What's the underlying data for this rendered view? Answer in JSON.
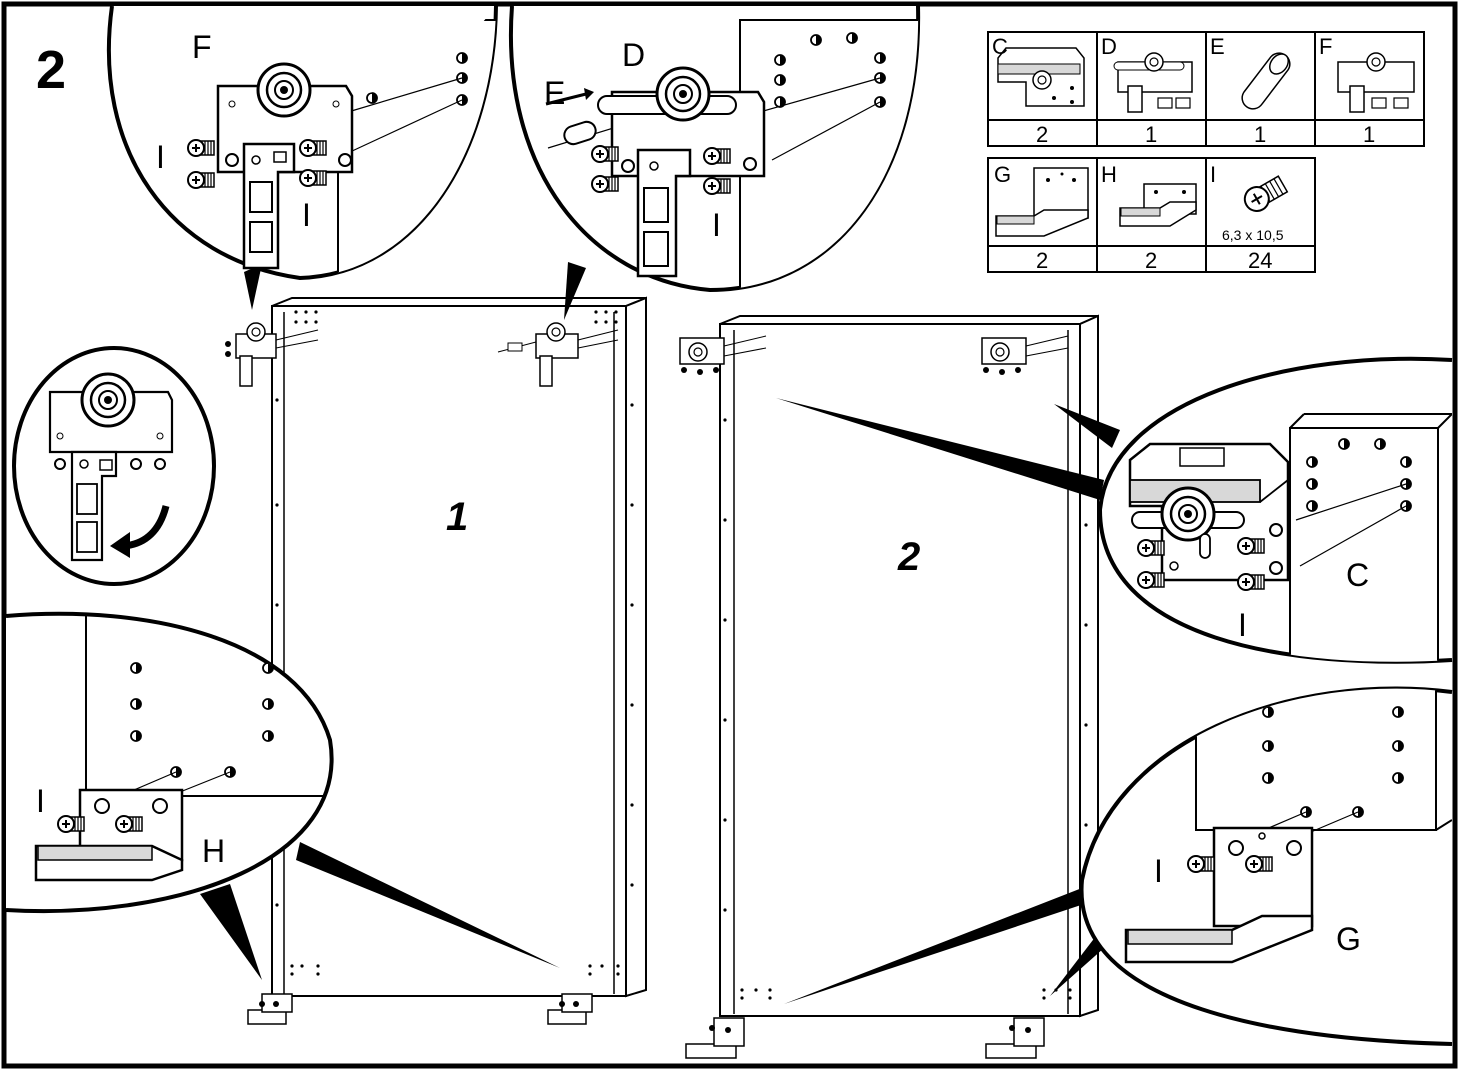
{
  "step_number": "2",
  "panels": [
    {
      "id": "panel-1",
      "label": "1"
    },
    {
      "id": "panel-2",
      "label": "2"
    }
  ],
  "parts_table": {
    "row1": [
      {
        "letter": "C",
        "qty": "2"
      },
      {
        "letter": "D",
        "qty": "1"
      },
      {
        "letter": "E",
        "qty": "1"
      },
      {
        "letter": "F",
        "qty": "1"
      }
    ],
    "row2": [
      {
        "letter": "G",
        "qty": "2"
      },
      {
        "letter": "H",
        "qty": "2"
      },
      {
        "letter": "I",
        "qty": "24",
        "spec": "6,3 x 10,5"
      }
    ]
  },
  "callouts": {
    "top_left": {
      "part": "F",
      "screw": "I"
    },
    "top_middle": {
      "part": "D",
      "pin": "E",
      "screw": "I"
    },
    "right_upper": {
      "part": "C",
      "screw": "I"
    },
    "right_lower": {
      "part": "G",
      "screw": "I"
    },
    "bottom_left": {
      "part": "H",
      "screw": "I"
    }
  },
  "colors": {
    "line": "#000000",
    "fill": "#ffffff",
    "shade": "#d8d8d8"
  }
}
